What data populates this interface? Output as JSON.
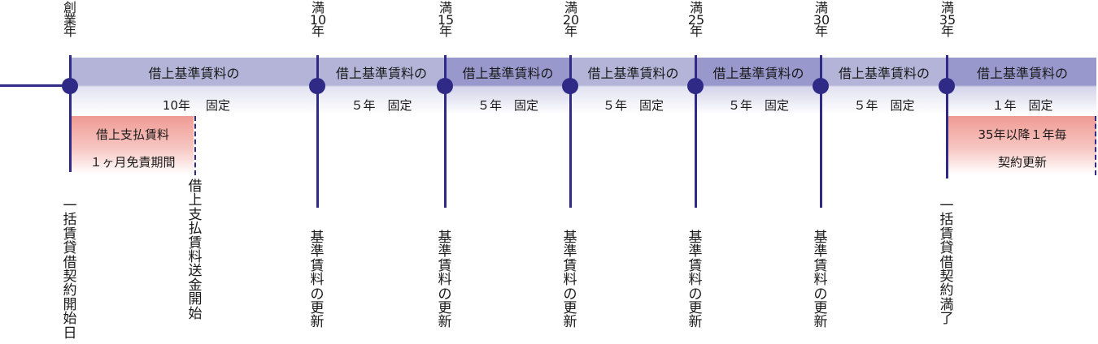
{
  "milestones": [
    {
      "label": "創業年"
    },
    {
      "label": "満10年"
    },
    {
      "label": "満15年"
    },
    {
      "label": "満20年"
    },
    {
      "label": "満25年"
    },
    {
      "label": "満30年"
    },
    {
      "label": "満35年"
    }
  ],
  "periods": [
    {
      "title": "借上基準賃料の",
      "term": "10年",
      "fixed": "固定"
    },
    {
      "title": "借上基準賃料の",
      "term": "５年　固定"
    },
    {
      "title": "借上基準賃料の",
      "term": "５年　固定"
    },
    {
      "title": "借上基準賃料の",
      "term": "５年　固定"
    },
    {
      "title": "借上基準賃料の",
      "term": "５年　固定"
    },
    {
      "title": "借上基準賃料の",
      "term": "５年　固定"
    },
    {
      "title": "借上基準賃料の",
      "term": "１年　固定"
    }
  ],
  "free_period": {
    "line1": "借上支払賃料",
    "line2": "１ヶ月免責期間"
  },
  "renewal": {
    "line1": "35年以降１年毎",
    "line2": "契約更新"
  },
  "bottom_labels": {
    "start": "一括賃貸借契約開始日",
    "payment_start": "借上支払賃料送金開始",
    "renew": "基準賃料の更新",
    "end": "一括賃貸借契約満了"
  },
  "colors": {
    "line": "#2e2a85",
    "band": "#b4b4d9",
    "band_alt": "#9898cc",
    "pink": "#f09a94"
  }
}
